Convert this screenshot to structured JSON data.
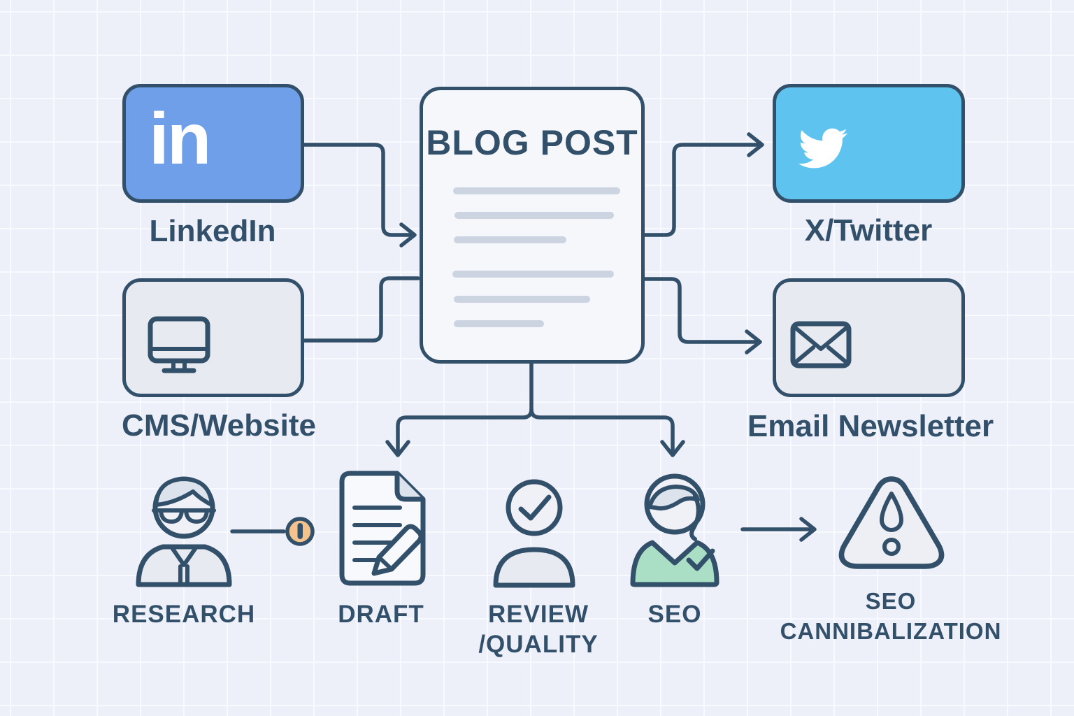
{
  "diagram": {
    "colors": {
      "stroke": "#33506B",
      "label": "#33506B",
      "background": "#EDF0F9",
      "grid_line": "#F7FAFE",
      "linkedin_blue": "#6F9FE9",
      "twitter_blue": "#5FC3EF",
      "box_gray": "#E7EAF1",
      "card_bg": "#F5F7FB",
      "text_bar": "#CCD4E2",
      "mint_green": "#ABDFC5",
      "accent_orange": "#F4C28C",
      "white": "#FFFFFF"
    },
    "nodes": {
      "linkedin": {
        "label": "LinkedIn",
        "icon": "linkedin-logo",
        "logo_text": "in"
      },
      "blog_post": {
        "title": "BLOG POST",
        "text_line_count": 6
      },
      "x_twitter": {
        "label": "X/Twitter",
        "icon": "twitter-bird"
      },
      "cms_website": {
        "label": "CMS/Website",
        "icon": "monitor"
      },
      "email_newsletter": {
        "label": "Email Newsletter",
        "icon": "envelope"
      },
      "research": {
        "label": "RESEARCH",
        "icon": "person-with-glasses"
      },
      "research_milestone": {
        "icon": "exclamation-dot",
        "color": "#F4C28C"
      },
      "draft": {
        "label": "DRAFT",
        "icon": "document-with-pencil"
      },
      "review_quality": {
        "label_line1": "REVIEW",
        "label_line2": "/QUALITY",
        "icon": "person-with-check"
      },
      "seo": {
        "label": "SEO",
        "icon": "person-with-green-shirt-check"
      },
      "seo_cannibalization": {
        "label_line1": "SEO",
        "label_line2": "CANNIBALIZATION",
        "icon": "warning-triangle"
      }
    },
    "edges": [
      {
        "from": "linkedin",
        "to": "blog_post",
        "arrow": true
      },
      {
        "from": "cms_website",
        "to": "blog_post",
        "arrow": false
      },
      {
        "from": "blog_post",
        "to": "x_twitter",
        "arrow": true
      },
      {
        "from": "blog_post",
        "to": "email_newsletter",
        "arrow": true
      },
      {
        "from": "blog_post",
        "to": "draft",
        "arrow": true
      },
      {
        "from": "blog_post",
        "to": "seo",
        "arrow": true
      },
      {
        "from": "research",
        "to": "research_milestone",
        "arrow": false
      },
      {
        "from": "seo",
        "to": "seo_cannibalization",
        "arrow": true
      }
    ]
  }
}
